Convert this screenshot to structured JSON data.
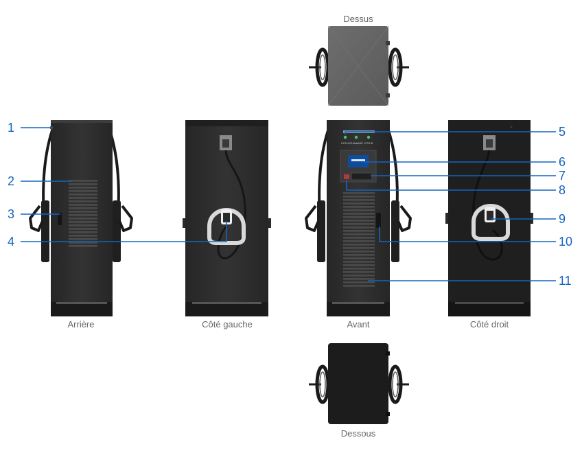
{
  "colors": {
    "accent": "#1565c0",
    "label_text": "#666666",
    "cabinet_dark": "#2b2b2b",
    "cabinet_top": "#666666",
    "cabinet_bottom": "#1c1c1c",
    "led_green": "#3ecf5a"
  },
  "views": {
    "top": "Dessus",
    "back": "Arrière",
    "left": "Côté gauche",
    "front": "Avant",
    "right": "Côté droit",
    "bottom": "Dessous"
  },
  "front_panel": {
    "leds": [
      "CCS-A",
      "CHAdeMO",
      "CCS-B"
    ]
  },
  "callouts": [
    "1",
    "2",
    "3",
    "4",
    "5",
    "6",
    "7",
    "8",
    "9",
    "10",
    "11"
  ]
}
